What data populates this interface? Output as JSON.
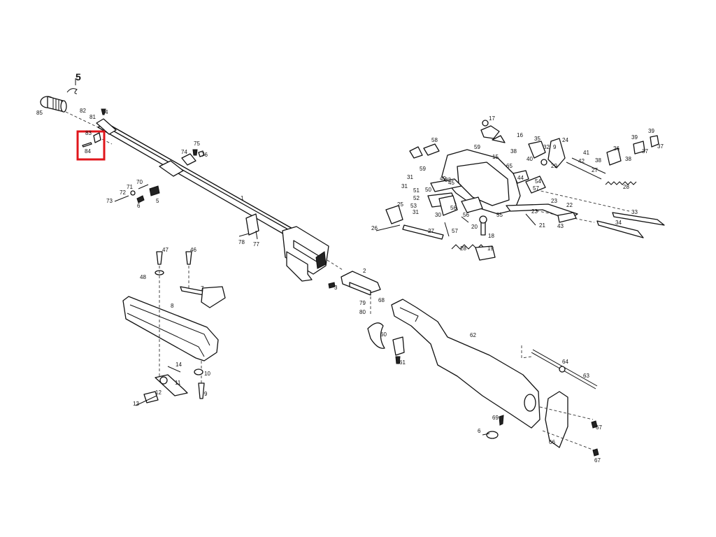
{
  "colors": {
    "ink": "#111111",
    "highlight": "#e0161b",
    "background": "#ffffff"
  },
  "highlight": {
    "label": "84"
  },
  "labels": {
    "n1": "1",
    "n2": "2",
    "n3": "3",
    "n4": "4",
    "n5": "5",
    "n5big": "5",
    "n6a": "6",
    "n6b": "6",
    "n7": "7",
    "n8": "8",
    "n9": "9",
    "n10": "10",
    "n11": "11",
    "n12": "12",
    "n13": "13",
    "n14": "14",
    "n15": "15",
    "n16": "16",
    "n17": "17",
    "n18": "18",
    "n19": "19",
    "n20": "20",
    "n21": "21",
    "n22": "22",
    "n23a": "23",
    "n23b": "23",
    "n24": "24",
    "n25": "25",
    "n26": "26",
    "n27a": "27",
    "n27b": "27",
    "n28a": "28",
    "n28b": "28",
    "n29": "29",
    "n30": "30",
    "n31a": "31",
    "n31b": "31",
    "n31c": "31",
    "n32a": "32",
    "n32b": "32",
    "n33": "33",
    "n34": "34",
    "n35": "35",
    "n36": "36",
    "n37": "37",
    "n38a": "38",
    "n38b": "38",
    "n38c": "38",
    "n39a": "39",
    "n39b": "39",
    "n40": "40",
    "n41": "41",
    "n42": "42",
    "n43": "43",
    "n44": "44",
    "n45": "45",
    "n46": "46",
    "n47": "47",
    "n48": "48",
    "n49": "49",
    "n50": "50",
    "n51": "51",
    "n52": "52",
    "n53": "53",
    "n54": "54",
    "n55": "55",
    "n56a": "56",
    "n56b": "56",
    "n57a": "57",
    "n57b": "57",
    "n58": "58",
    "n59a": "59",
    "n59b": "59",
    "n60": "60",
    "n61": "61",
    "n62": "62",
    "n63": "63",
    "n64": "64",
    "n65": "65",
    "n66": "66",
    "n67a": "67",
    "n67b": "67",
    "n68": "68",
    "n69": "69",
    "n70": "70",
    "n71": "71",
    "n72": "72",
    "n73": "73",
    "n74": "74",
    "n75": "75",
    "n76": "76",
    "n77": "77",
    "n78": "78",
    "n79": "79",
    "n80": "80",
    "n81": "81",
    "n82": "82",
    "n83": "83",
    "n84": "84",
    "n85": "85"
  }
}
